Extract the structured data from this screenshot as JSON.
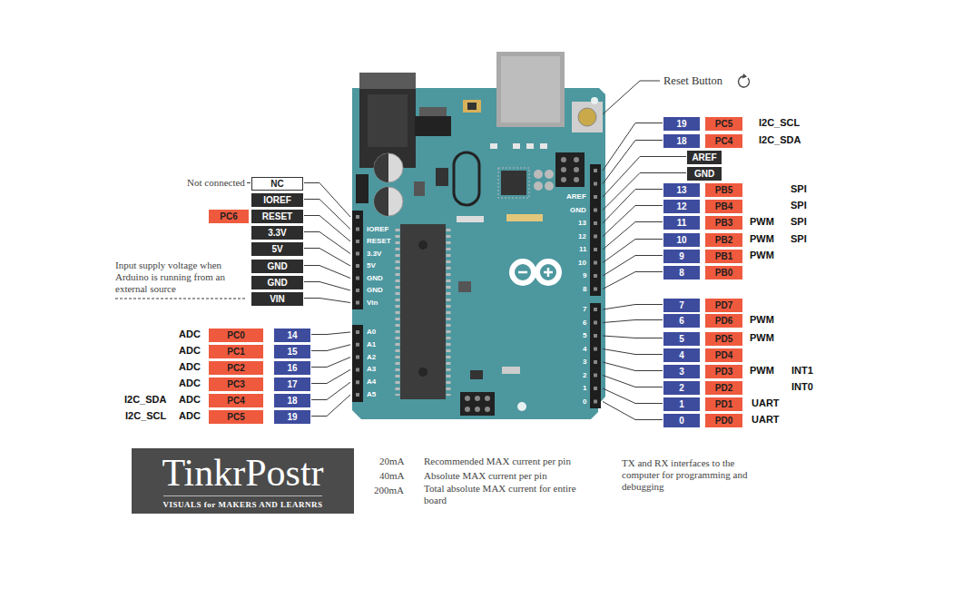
{
  "diagram": {
    "nodes": [
      {
        "text": [
          "NC"
        ]
      },
      {
        "text": [
          "IOREF"
        ]
      },
      {
        "text": [
          "PC6"
        ]
      },
      {
        "text": [
          "RESET"
        ]
      },
      {
        "text": [
          "3.3V"
        ]
      },
      {
        "text": [
          "5V"
        ]
      },
      {
        "text": [
          "GND"
        ]
      },
      {
        "text": [
          "GND"
        ]
      },
      {
        "text": [
          "VIN"
        ]
      },
      {
        "text": [
          "PC0"
        ]
      },
      {
        "text": [
          "14"
        ]
      },
      {
        "text": [
          "PC1"
        ]
      },
      {
        "text": [
          "15"
        ]
      },
      {
        "text": [
          "PC2"
        ]
      },
      {
        "text": [
          "16"
        ]
      },
      {
        "text": [
          "PC3"
        ]
      },
      {
        "text": [
          "17"
        ]
      },
      {
        "text": [
          "PC4"
        ]
      },
      {
        "text": [
          "18"
        ]
      },
      {
        "text": [
          "PC5"
        ]
      },
      {
        "text": [
          "19"
        ]
      },
      {
        "text": [
          "19"
        ]
      },
      {
        "text": [
          "PC5"
        ]
      },
      {
        "text": [
          "18"
        ]
      },
      {
        "text": [
          "PC4"
        ]
      },
      {
        "text": [
          "AREF"
        ]
      },
      {
        "text": [
          "GND"
        ]
      },
      {
        "text": [
          "13"
        ]
      },
      {
        "text": [
          "PB5"
        ]
      },
      {
        "text": [
          "12"
        ]
      },
      {
        "text": [
          "PB4"
        ]
      },
      {
        "text": [
          "11"
        ]
      },
      {
        "text": [
          "PB3"
        ]
      },
      {
        "text": [
          "10"
        ]
      },
      {
        "text": [
          "PB2"
        ]
      },
      {
        "text": [
          "9"
        ]
      },
      {
        "text": [
          "PB1"
        ]
      },
      {
        "text": [
          "8"
        ]
      },
      {
        "text": [
          "PB0"
        ]
      },
      {
        "text": [
          "7"
        ]
      },
      {
        "text": [
          "PD7"
        ]
      },
      {
        "text": [
          "6"
        ]
      },
      {
        "text": [
          "PD6"
        ]
      },
      {
        "text": [
          "5"
        ]
      },
      {
        "text": [
          "PD5"
        ]
      },
      {
        "text": [
          "4"
        ]
      },
      {
        "text": [
          "PD4"
        ]
      },
      {
        "text": [
          "3"
        ]
      },
      {
        "text": [
          "PD3"
        ]
      },
      {
        "text": [
          "2"
        ]
      },
      {
        "text": [
          "PD2"
        ]
      },
      {
        "text": [
          "1"
        ]
      },
      {
        "text": [
          "PD1"
        ]
      },
      {
        "text": [
          "0"
        ]
      },
      {
        "text": [
          "PD0"
        ]
      },
      {
        "text": [
          "TinkrPostr",
          "VISUALS for MAKERS AND LEARNRS"
        ]
      }
    ],
    "labels": [
      "Reset Button",
      "Not connected",
      "Input supply voltage when Arduino is running from an external source",
      "ADC",
      "ADC",
      "ADC",
      "ADC",
      "I2C_SDA",
      "ADC",
      "I2C_SCL",
      "ADC",
      "I2C_SCL",
      "I2C_SDA",
      "SPI",
      "SPI",
      "PWM",
      "SPI",
      "PWM",
      "SPI",
      "PWM",
      "PWM",
      "PWM",
      "PWM",
      "INT1",
      "INT0",
      "UART",
      "UART",
      "IOREF",
      "RESET",
      "3.3V",
      "5V",
      "GND",
      "GND",
      "Vin",
      "A0",
      "A1",
      "A2",
      "A3",
      "A4",
      "A5",
      "AREF",
      "GND",
      "13",
      "12",
      "11",
      "10",
      "9",
      "8",
      "7",
      "6",
      "5",
      "4",
      "3",
      "2",
      "1",
      "0",
      "20mA",
      "Recommended MAX current per pin",
      "40mA",
      "Absolute MAX current per pin",
      "200mA",
      "Total absolute MAX current for entire board",
      "TX and RX interfaces to the computer for programming and debugging"
    ]
  }
}
